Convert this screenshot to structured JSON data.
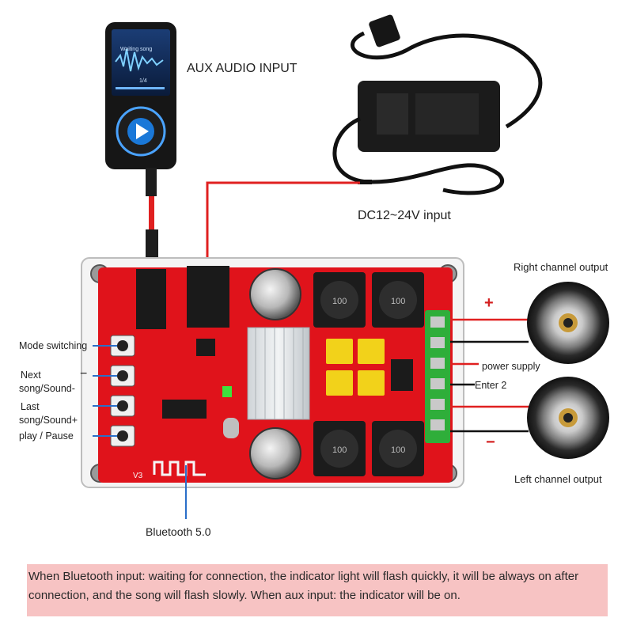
{
  "labels": {
    "aux_input": "AUX AUDIO INPUT",
    "dc_input": "DC12~24V input",
    "right_output": "Right channel output",
    "left_output": "Left channel output",
    "power_supply": "power supply",
    "enter2": "Enter 2",
    "bluetooth": "Bluetooth 5.0",
    "mode_switching": "Mode switching",
    "next_line1": "Next",
    "next_line2": "song/Sound-",
    "last_line1": "Last",
    "last_line2": "song/Sound+",
    "play_pause": "play / Pause",
    "plus_sign": "+",
    "minus_sign": "−",
    "minus_left": "−"
  },
  "board_markings": {
    "inductor_value": "100",
    "version": "V3",
    "phone_text_1": "Waiting song",
    "phone_text_2": "1/4"
  },
  "note": "When Bluetooth input: waiting for connection, the indicator light will flash quickly, it will be always on after connection, and the song will flash slowly. When aux input: the indicator will be on.",
  "colors": {
    "pcb": "#e0131b",
    "wire_red": "#e02020",
    "wire_black": "#111111",
    "capacitor_yellow": "#f2d21a",
    "terminal_green": "#2fae3a",
    "led_green": "#3ee03e",
    "note_bg": "#f7c3c3",
    "callout_blue": "#2a6fc9"
  }
}
